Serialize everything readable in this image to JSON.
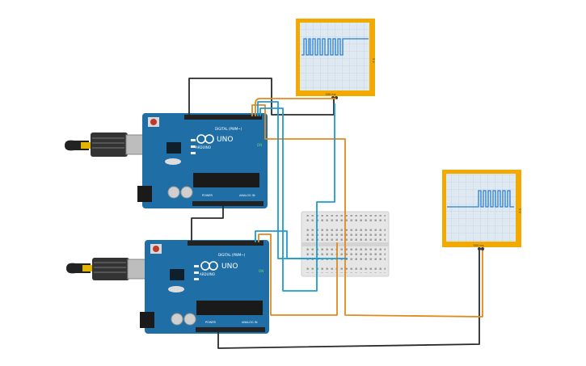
{
  "colors": {
    "board": "#1f6fa6",
    "board_dark": "#175685",
    "wire_orange": "#e08a1e",
    "wire_blue": "#1f9bcf",
    "wire_black": "#2a2a2a",
    "scope_frame": "#f2a900",
    "scope_screen": "#dfe9f1",
    "breadboard": "#e6e6e6"
  },
  "arduino_top": {
    "brand": "ARDUINO",
    "model": "UNO",
    "digital_label": "DIGITAL (PWM~)",
    "power_label": "POWER",
    "analog_label": "ANALOG IN",
    "on_label": "ON",
    "icon": "usb-connector-icon"
  },
  "arduino_bottom": {
    "brand": "ARDUINO",
    "model": "UNO",
    "digital_label": "DIGITAL (PWM~)",
    "power_label": "POWER",
    "analog_label": "ANALOG IN",
    "on_label": "ON",
    "icon": "usb-connector-icon"
  },
  "scope_top": {
    "time_label": "500 ms",
    "voltage_label": "5 V"
  },
  "scope_right": {
    "time_label": "500 ms",
    "voltage_label": "5 V"
  }
}
